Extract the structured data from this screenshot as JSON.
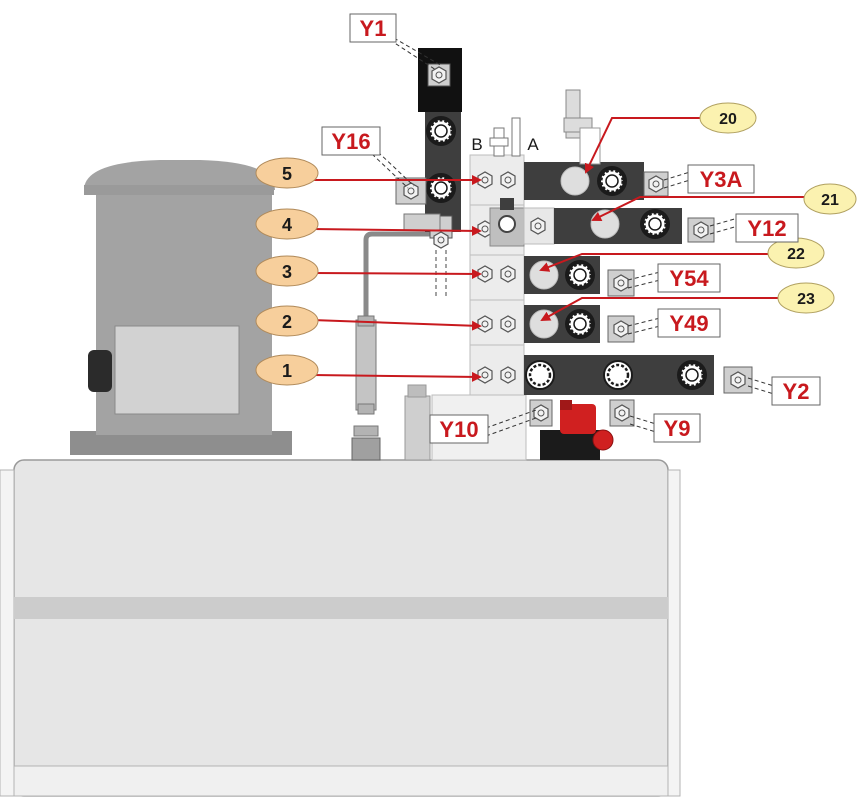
{
  "colors": {
    "arrow": "#c8191e",
    "label_text": "#c8191e",
    "callout_orange": "#f7cf9c",
    "callout_yellow": "#fbf2b0",
    "tank": "#e6e6e6",
    "motor": "#9a9a9a",
    "valve_dark": "#3e3e3e",
    "block": "#e8e8e8"
  },
  "port_labels": {
    "b": "B",
    "a": "A"
  },
  "callouts_left": [
    {
      "id": "5",
      "label": "5"
    },
    {
      "id": "4",
      "label": "4"
    },
    {
      "id": "3",
      "label": "3"
    },
    {
      "id": "2",
      "label": "2"
    },
    {
      "id": "1",
      "label": "1"
    }
  ],
  "callouts_right": [
    {
      "id": "20",
      "label": "20"
    },
    {
      "id": "21",
      "label": "21"
    },
    {
      "id": "22",
      "label": "22"
    },
    {
      "id": "23",
      "label": "23"
    }
  ],
  "solenoids": [
    {
      "id": "y1",
      "label": "Y1"
    },
    {
      "id": "y16",
      "label": "Y16"
    },
    {
      "id": "y3a",
      "label": "Y3A"
    },
    {
      "id": "y12",
      "label": "Y12"
    },
    {
      "id": "y54",
      "label": "Y54"
    },
    {
      "id": "y49",
      "label": "Y49"
    },
    {
      "id": "y2",
      "label": "Y2"
    },
    {
      "id": "y10",
      "label": "Y10"
    },
    {
      "id": "y9",
      "label": "Y9"
    }
  ]
}
